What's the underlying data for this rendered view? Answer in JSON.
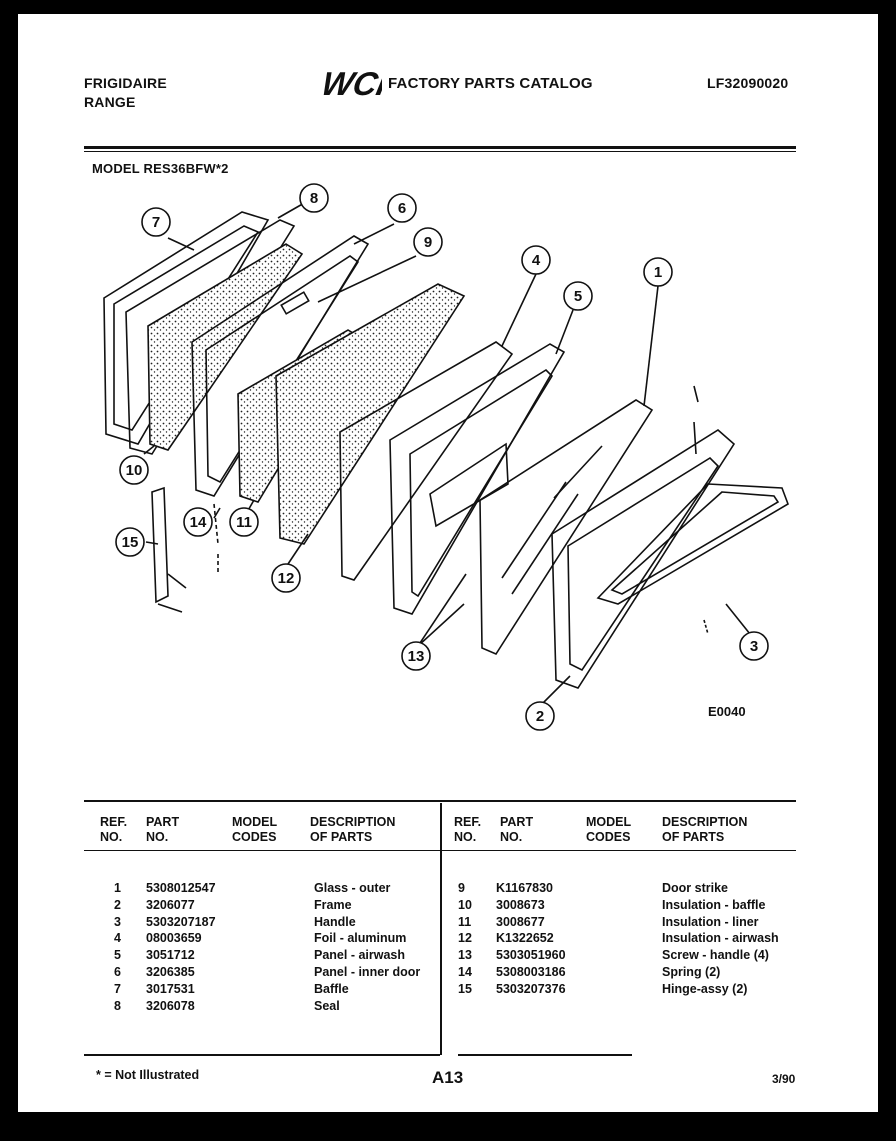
{
  "header": {
    "brand": "FRIGIDAIRE",
    "product": "RANGE",
    "logo_text": "WCI",
    "catalog_title": "FACTORY PARTS CATALOG",
    "catalog_number": "LF32090020",
    "model": "MODEL RES36BFW*2"
  },
  "diagram": {
    "figure_code": "E0040",
    "callouts": [
      "1",
      "2",
      "3",
      "4",
      "5",
      "6",
      "7",
      "8",
      "9",
      "10",
      "11",
      "12",
      "13",
      "14",
      "15"
    ]
  },
  "table": {
    "headers": {
      "ref_line1": "REF.",
      "ref_line2": "NO.",
      "part_line1": "PART",
      "part_line2": "NO.",
      "model_line1": "MODEL",
      "model_line2": "CODES",
      "desc_line1": "DESCRIPTION",
      "desc_line2": "OF PARTS"
    },
    "left_rows": [
      {
        "ref": "1",
        "part": "5308012547",
        "desc": "Glass - outer"
      },
      {
        "ref": "2",
        "part": "3206077",
        "desc": "Frame"
      },
      {
        "ref": "3",
        "part": "5303207187",
        "desc": "Handle"
      },
      {
        "ref": "4",
        "part": "08003659",
        "desc": "Foil - aluminum"
      },
      {
        "ref": "5",
        "part": "3051712",
        "desc": "Panel - airwash"
      },
      {
        "ref": "6",
        "part": "3206385",
        "desc": "Panel -  inner door"
      },
      {
        "ref": "7",
        "part": "3017531",
        "desc": "Baffle"
      },
      {
        "ref": "8",
        "part": "3206078",
        "desc": "Seal"
      }
    ],
    "right_rows": [
      {
        "ref": "9",
        "part": "K1167830",
        "desc": "Door strike"
      },
      {
        "ref": "10",
        "part": "3008673",
        "desc": "Insulation - baffle"
      },
      {
        "ref": "11",
        "part": "3008677",
        "desc": "Insulation - liner"
      },
      {
        "ref": "12",
        "part": "K1322652",
        "desc": "Insulation - airwash"
      },
      {
        "ref": "13",
        "part": "5303051960",
        "desc": "Screw - handle (4)"
      },
      {
        "ref": "14",
        "part": "5308003186",
        "desc": "Spring (2)"
      },
      {
        "ref": "15",
        "part": "5303207376",
        "desc": "Hinge-assy (2)"
      }
    ]
  },
  "footer": {
    "note": "* = Not Illustrated",
    "page": "A13",
    "date": "3/90"
  }
}
